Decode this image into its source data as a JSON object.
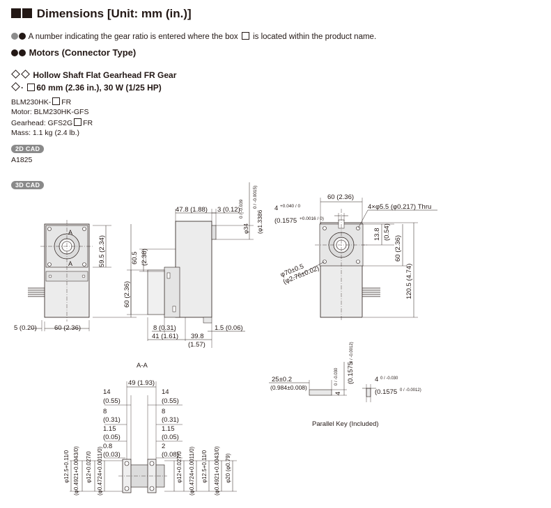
{
  "header": {
    "title": "Dimensions [Unit: mm (in.)]",
    "note": "A number indicating the gear ratio is entered where the box",
    "note_tail": "is located within the product name.",
    "section": "Motors  (Connector Type)",
    "subsection": "Hollow Shaft Flat Gearhead FR Gear",
    "size_spec": "60 mm (2.36 in.), 30 W (1/25 HP)"
  },
  "spec": {
    "product": "BLM230HK-",
    "product_tail": "FR",
    "motor": "Motor: BLM230HK-GFS",
    "gearhead": "Gearhead: GFS2G",
    "gearhead_tail": "FR",
    "mass": "Mass: 1.1 kg (2.4 lb.)"
  },
  "badges": {
    "cad2d": "2D CAD",
    "cad2d_code": "A1825",
    "cad3d": "3D CAD"
  },
  "drawing": {
    "front": {
      "a_mark": "A",
      "h_59_5": "59.5 (2.34)",
      "h_60": "60 (2.36)",
      "w_5": "5 (0.20)",
      "w_60": "60 (2.36)"
    },
    "side": {
      "d_47_8": "47.8 (1.88)",
      "d_3": "3 (0.12)",
      "d_34_main": "φ34",
      "d_34_tol": "0 / -0.039",
      "d_1_3386": "(φ1.3386",
      "d_1_3386_tol": "0 / -0.0015)",
      "d_60_5": "60.5",
      "d_2_38": "(2.38)",
      "d_8": "8 (0.31)",
      "d_41": "41 (1.61)",
      "d_39_8": "39.8",
      "d_1_57": "(1.57)",
      "d_1_5": "1.5 (0.06)"
    },
    "end": {
      "w_60": "60 (2.36)",
      "d_4": "4",
      "d_4_tol": "+0.040 / 0",
      "d_0_1575": "(0.1575",
      "d_0_1575_tol": "+0.0016 / 0)",
      "holes": "4×φ5.5 (φ0.217) Thru",
      "d_13_8": "13.8",
      "d_0_54": "(0.54)",
      "d_60": "60 (2.36)",
      "d_120_5": "120.5 (4.74)",
      "pcd": "φ70±0.5",
      "pcd_in": "(φ2.76±0.02)"
    },
    "section_aa": {
      "label": "A-A",
      "w_49": "49 (1.93)",
      "l_14": "14",
      "l_0_55": "(0.55)",
      "l_8": "8",
      "l_0_31": "(0.31)",
      "l_1_15": "1.15",
      "l_0_05": "(0.05)",
      "l_0_8": "0.8",
      "l_0_03": "(0.03)",
      "r_14": "14",
      "r_0_55": "(0.55)",
      "r_8": "8",
      "r_0_31": "(0.31)",
      "r_1_15": "1.15",
      "r_0_05": "(0.05)",
      "r_2": "2",
      "r_0_08": "(0.08)",
      "v1": "φ12.5+0.11/0",
      "v2": "(φ0.4921+0.0043/0)",
      "v3": "φ12+0.027/0",
      "v4": "(φ0.4724+0.0011/0)",
      "v5": "φ12+0.027/0",
      "v6": "(φ0.4724+0.0011/0)",
      "v7": "φ12.5+0.11/0",
      "v8": "(φ0.4921+0.0043/0)",
      "v9": "φ20 (φ0.79)"
    },
    "key": {
      "l_25": "25±0.2",
      "l_0_984": "(0.984±0.008)",
      "h_4": "4",
      "h_4_tol": "0 / -0.030",
      "h_0_1575": "(0.1575",
      "h_0_1575_tol": "0 / -0.0012)",
      "w_4": "4",
      "w_4_tol": "0 / -0.030",
      "w_0_1575": "(0.1575",
      "w_0_1575_tol": "0 / -0.0012)",
      "caption": "Parallel Key (Included)"
    }
  }
}
